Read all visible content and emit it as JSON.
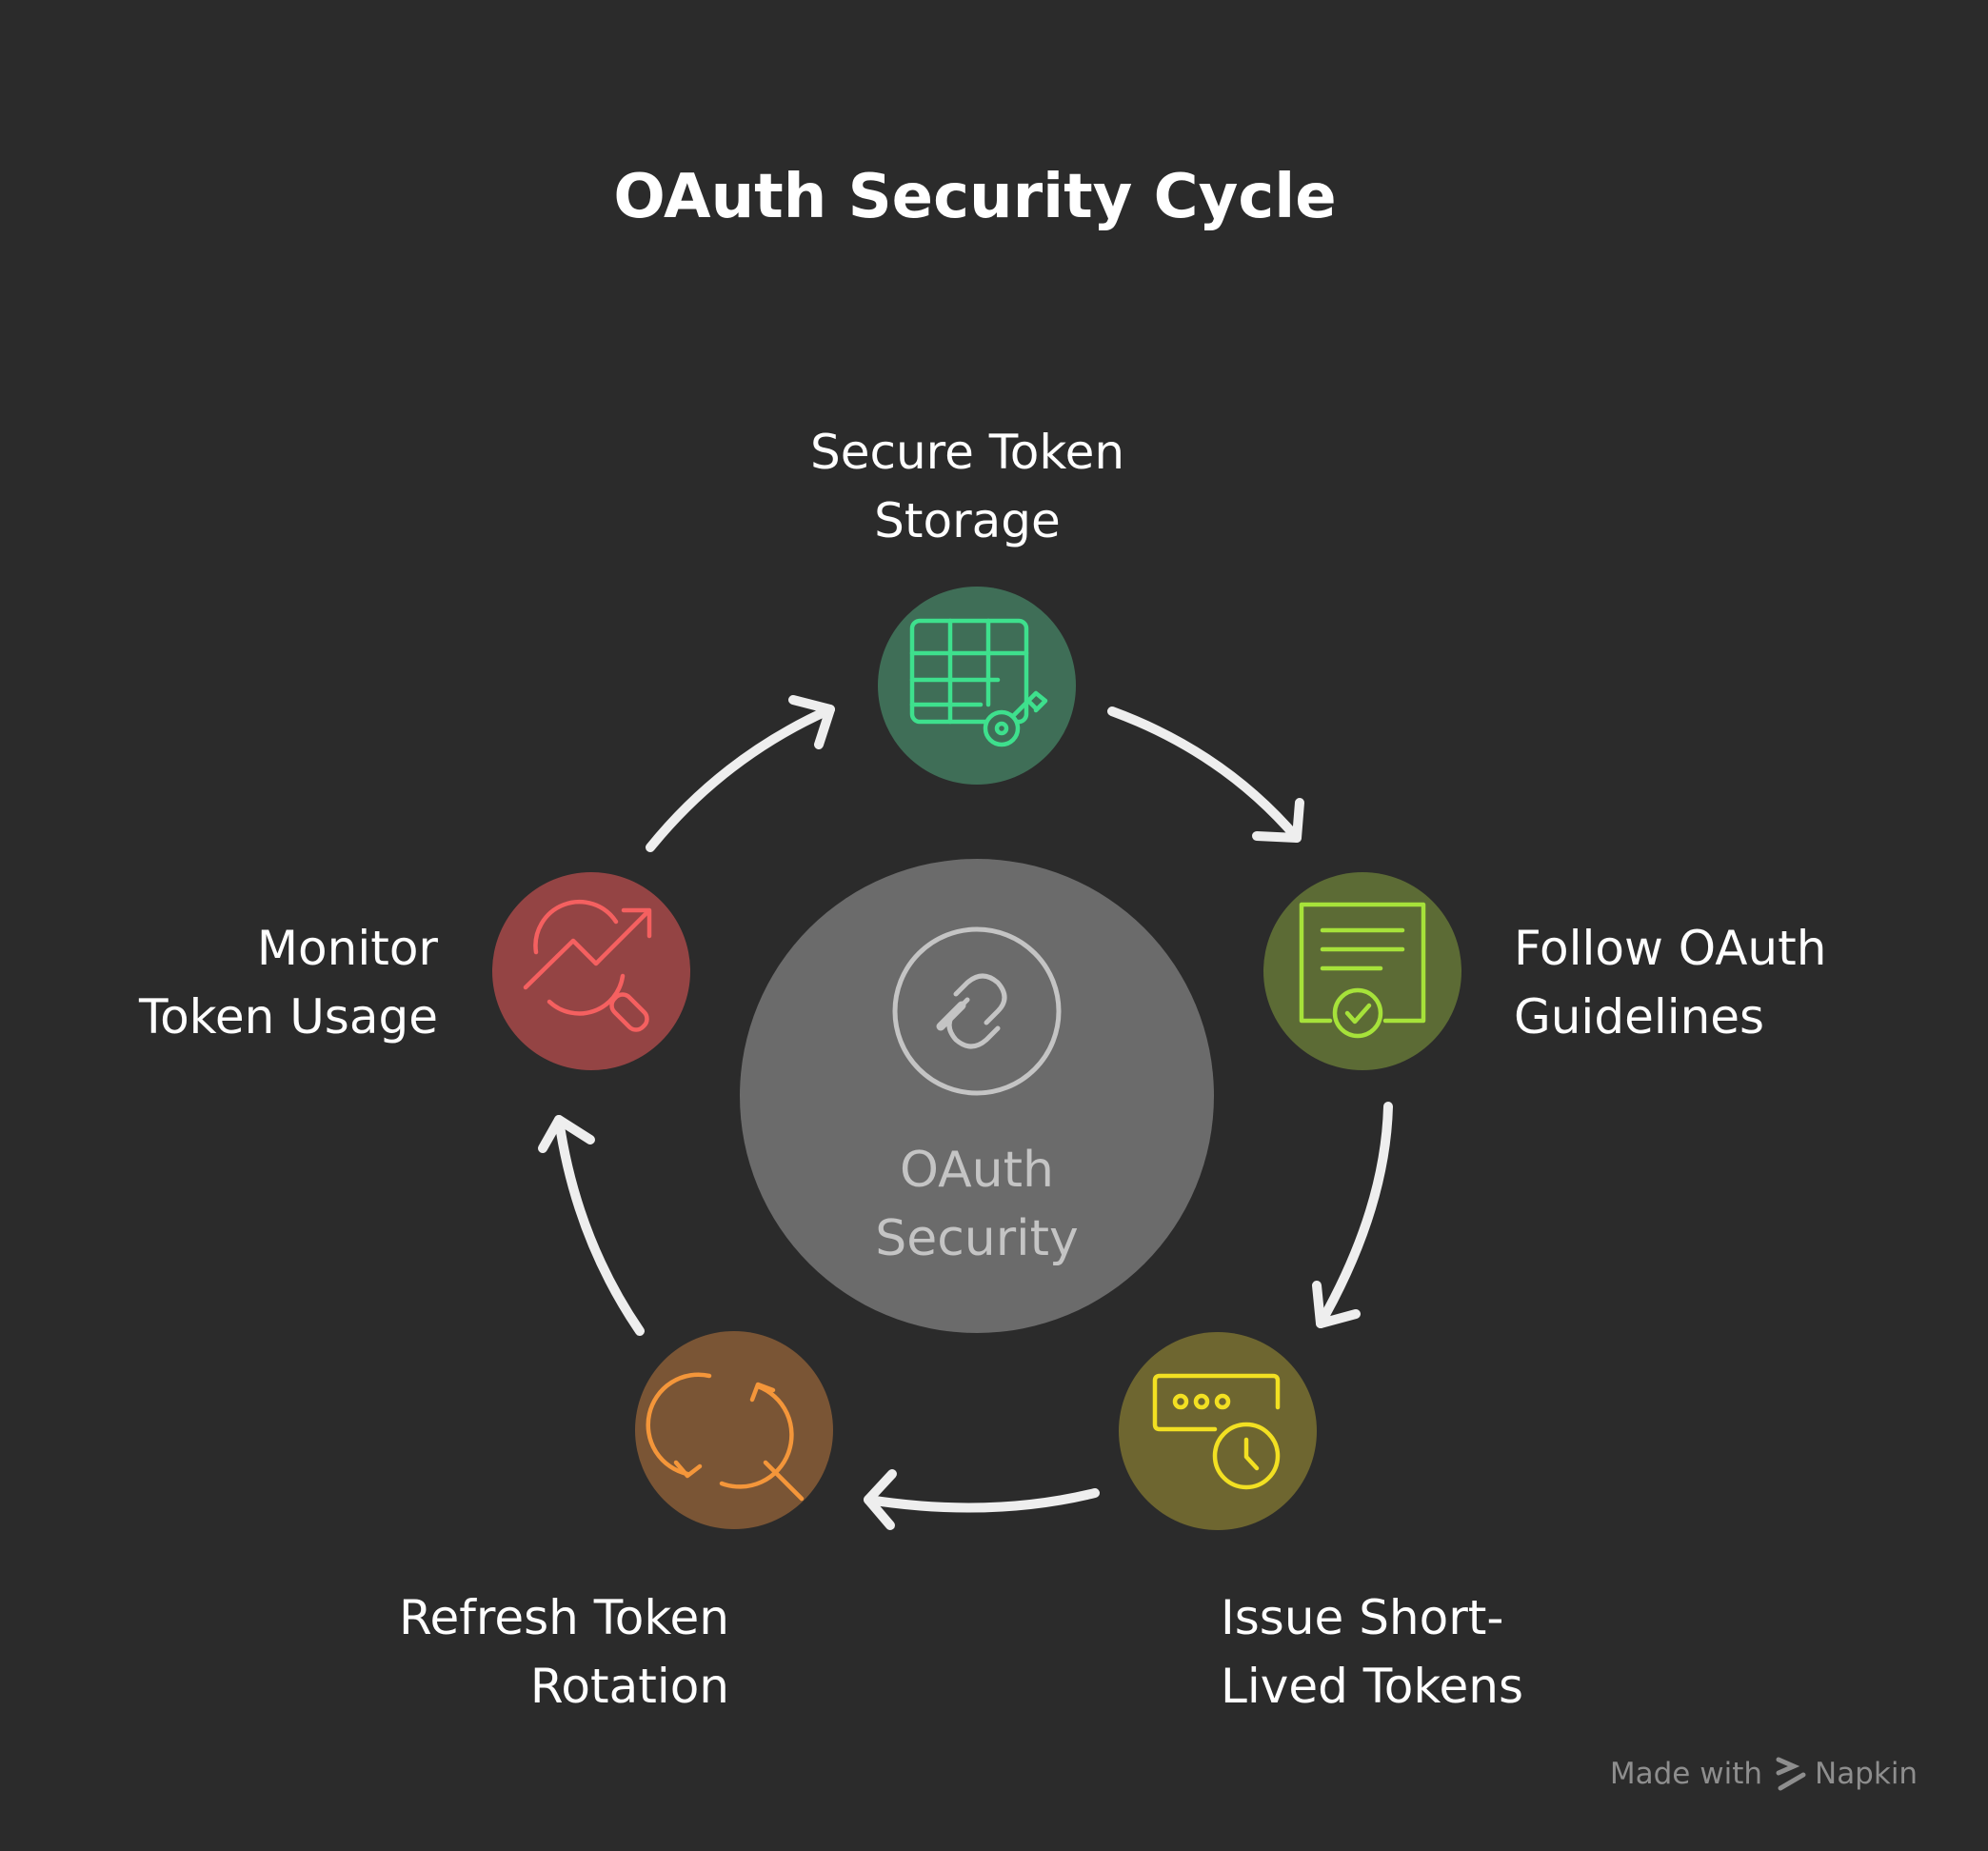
{
  "title": "OAuth Security Cycle",
  "center": {
    "lines": [
      "OAuth",
      "Security"
    ],
    "icon": "link-icon",
    "color": "#6b6b6b"
  },
  "steps": [
    {
      "id": "secure-token-storage",
      "lines": [
        "Secure Token",
        "Storage"
      ],
      "icon": "table-key-icon",
      "fill": "#3f6e57",
      "accent": "#3ee08d"
    },
    {
      "id": "follow-oauth-guidelines",
      "lines": [
        "Follow OAuth",
        "Guidelines"
      ],
      "icon": "certificate-check-icon",
      "fill": "#5c6b35",
      "accent": "#a6e23a"
    },
    {
      "id": "issue-short-lived-tokens",
      "lines": [
        "Issue Short-",
        "Lived Tokens"
      ],
      "icon": "password-clock-icon",
      "fill": "#6e6630",
      "accent": "#f2e022"
    },
    {
      "id": "refresh-token-rotation",
      "lines": [
        "Refresh Token",
        "Rotation"
      ],
      "icon": "refresh-search-icon",
      "fill": "#7a5535",
      "accent": "#f4963a"
    },
    {
      "id": "monitor-token-usage",
      "lines": [
        "Monitor",
        "Token Usage"
      ],
      "icon": "trend-magnifier-icon",
      "fill": "#944444",
      "accent": "#f56060"
    }
  ],
  "footer": {
    "prefix": "Made with",
    "brand": "Napkin",
    "icon": "napkin-logo-icon"
  }
}
